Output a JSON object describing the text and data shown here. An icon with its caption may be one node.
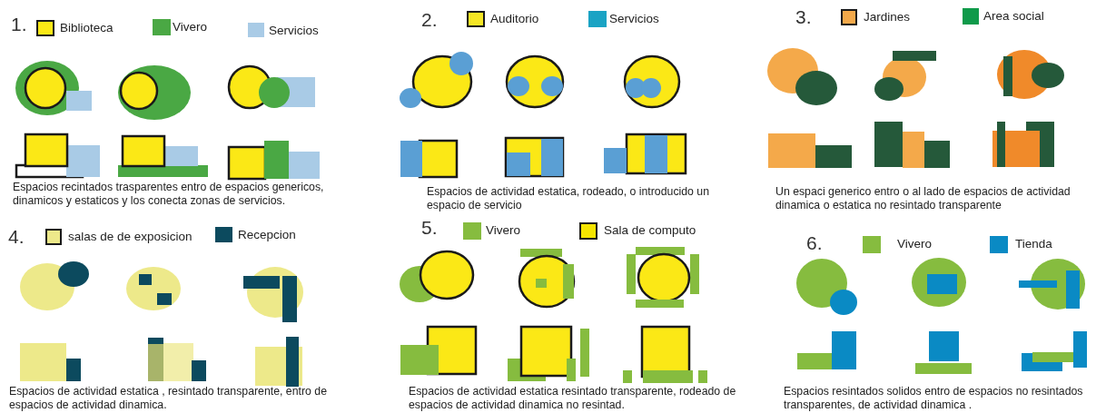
{
  "diagram": {
    "labels": [
      "1.",
      "Espacios recintados trasparentes entro de espacios genericos, dinamicos y estaticos y los conecta zonas de servicios.",
      "2.",
      "Espacios de actividad estatica, rodeado, o introducido un espacio de servicio",
      "3.",
      "Un espaci generico entro o al lado de espacios de actividad dinamica o estatica  no resintado transparente",
      "4.",
      "Espacios de actividad estatica , resintado transparente,  entro de espacios de actividad dinamica.",
      "5.",
      "Espacios de actividad estatica resintado transparente, rodeado de espacios de actividad  dinamica no resintad.",
      "6.",
      "Espacios resintados solidos entro de espacios no resintados transparentes, de actividad dinamica ."
    ],
    "legend": [
      {
        "text": "Biblioteca",
        "color": "#fbe816"
      },
      {
        "text": "Vivero",
        "color": "#4aa844"
      },
      {
        "text": "Servicios",
        "color": "#a9cbe6"
      },
      {
        "text": "Auditorio",
        "color": "#f5e625"
      },
      {
        "text": "Servicios",
        "color": "#1aa3c4"
      },
      {
        "text": "Jardines",
        "color": "#f4a94a"
      },
      {
        "text": "Area social",
        "color": "#0f9a4a"
      },
      {
        "text": "salas de de exposicion",
        "color": "#ede98a"
      },
      {
        "text": "Recepcion",
        "color": "#0c4a5e"
      },
      {
        "text": "Vivero",
        "color": "#86bc3f"
      },
      {
        "text": "Sala de computo",
        "color": "#f5e500"
      },
      {
        "text": "Vivero",
        "color": "#86bc3f"
      },
      {
        "text": "Tienda",
        "color": "#0a8ac4"
      }
    ]
  }
}
